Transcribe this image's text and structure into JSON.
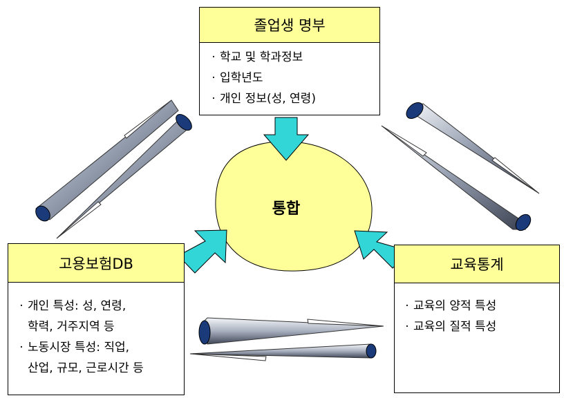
{
  "center": {
    "label": "통합"
  },
  "graduates": {
    "title": "졸업생 명부",
    "items": [
      "학교 및 학과정보",
      "입학년도",
      "개인 정보(성, 연령)"
    ]
  },
  "insurance": {
    "title": "고용보험DB",
    "items": [
      "개인 특성: 성, 연령,",
      "학력, 거주지역 등",
      "노동시장 특성: 직업,",
      "산업, 규모, 근로시간 등"
    ],
    "bullet_rows": [
      0,
      2
    ]
  },
  "education": {
    "title": "교육통계",
    "items": [
      "교육의 양적 특성",
      "교육의 질적 특성"
    ]
  },
  "bullet": "·",
  "colors": {
    "header_fill": "#ffff99",
    "center_fill": "#ffff99",
    "arrow_cyan": "#33d6d6",
    "cylinder_cap": "#1a3a7a"
  }
}
